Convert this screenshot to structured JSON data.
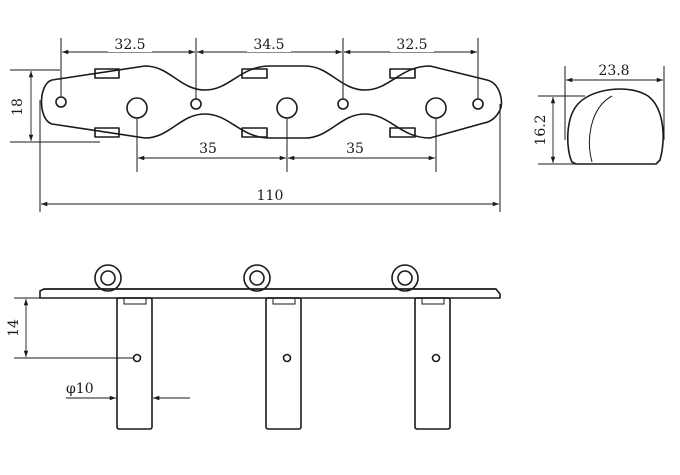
{
  "dimensions": {
    "top_spacing_left": "32.5",
    "top_spacing_middle": "34.5",
    "top_spacing_right": "32.5",
    "plate_height": "18",
    "post_spacing_left": "35",
    "post_spacing_right": "35",
    "overall_length": "110",
    "button_width": "23.8",
    "button_height": "16.2",
    "post_offset": "14",
    "post_diameter": "φ10"
  }
}
